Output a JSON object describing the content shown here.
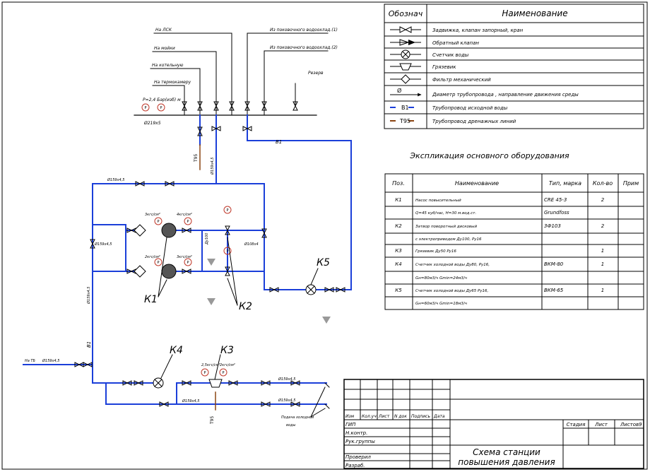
{
  "legend": {
    "header": [
      "Обознач",
      "Наименование"
    ],
    "rows": [
      "Задвижка, клапан запорный, кран",
      "Обратный клапан",
      "Счетчик воды",
      "Грязевик",
      "Фильтр механический",
      "Диаметр трубопровода , направление движения среды",
      "Трубопровод исходной воды",
      "Трубопровод дренажных линий"
    ],
    "symbol_labels": {
      "diameter": "Ø",
      "b1": "В1",
      "t95": "Т95"
    }
  },
  "spec": {
    "title": "Экспликация основного оборудования",
    "headers": [
      "Поз.",
      "Наименование",
      "Тип, марка",
      "Кол-во",
      "Прим"
    ],
    "rows": [
      [
        "К1",
        "Насос повысительный",
        "CRE 45-3",
        "2",
        ""
      ],
      [
        "",
        "Q=45 куб/час, H=30 м.вод.ст.",
        "Grundfoss",
        "",
        ""
      ],
      [
        "К2",
        "Затвор поворотный дисковый",
        "3Ф103",
        "2",
        ""
      ],
      [
        "",
        "с электроприводом Ду100, Ру16",
        "",
        "",
        ""
      ],
      [
        "К3",
        "Грязевик Ду50 Ру16",
        "",
        "1",
        ""
      ],
      [
        "К4",
        "Счетчик холодной воды Ду80, Ру16,",
        "ВКМ-80",
        "1",
        ""
      ],
      [
        "",
        "Gн=80м3/ч Gmin=24м3/ч",
        "",
        "",
        ""
      ],
      [
        "К5",
        "Счетчик холодной воды Ду65 Ру16,",
        "ВКМ-65",
        "1",
        ""
      ],
      [
        "",
        "Gн=60м3/ч Gmin=18м3/ч",
        "",
        "",
        ""
      ]
    ]
  },
  "title_block": {
    "row_labels": [
      "Изм",
      "Кол.уч",
      "Лист",
      "N док",
      "Подпись",
      "Дата"
    ],
    "roles": [
      "ГИП",
      "Н.контр.",
      "Рук.группы",
      "Проверил",
      "Разраб."
    ],
    "stage_cols": [
      "Стадия",
      "Лист",
      "Листов"
    ],
    "listov_value": "9",
    "title": [
      "Схема станции",
      "повышения давления"
    ]
  },
  "diagram": {
    "labels": {
      "to_lsk": "На ЛСК",
      "to_washer": "На мойки",
      "to_boiler": "На котельную",
      "to_therm": "На термокамеру",
      "from_ohl1": "Из поковочного водоохлад.(1)",
      "from_ohl2": "Из поковочного водоохлад.(2)",
      "reserve": "Резерв",
      "pressure_top": "Р=2,4 Бар(изб) м",
      "b1_top": "В1",
      "b1_mid": "В1",
      "t95_a": "Т95",
      "t95_b": "Т95",
      "pipe_main": "Ø159x4,5",
      "pipe_up": "Ø159x4,5",
      "pipe_left": "Ø159x4,5",
      "pipe_right": "Ø108x4",
      "pipe_collector": "Ø219x5",
      "pipe_vert": "Ø159x4,5",
      "pipe_bottom": "Ø159x4,5",
      "pipe_in_a": "Ø159x4,5",
      "pipe_in_b": "Ø159x4,5",
      "pipe_to_ts": "Ø159x4,5",
      "to_ts": "На ТБ",
      "from_source": "Подача холодной",
      "from_source2": "воды",
      "press_pump_a": "3кгс/см²",
      "press_pump_b": "4кгс/см²",
      "press_pump_c": "2кгс/см²",
      "press_pump_d": "3кгс/см²",
      "press_k3a": "2,5кгс/см²",
      "press_k3b": "2кгс/см²",
      "k1": "К1",
      "k2": "К2",
      "k3": "К3",
      "k4": "К4",
      "k5": "К5",
      "dn_small": "Ду100"
    },
    "colors": {
      "pipe": "#1b3fd9",
      "drain": "#8b4513",
      "gauge": "#c0392b",
      "pump": "#555555",
      "ink": "#000000"
    }
  }
}
